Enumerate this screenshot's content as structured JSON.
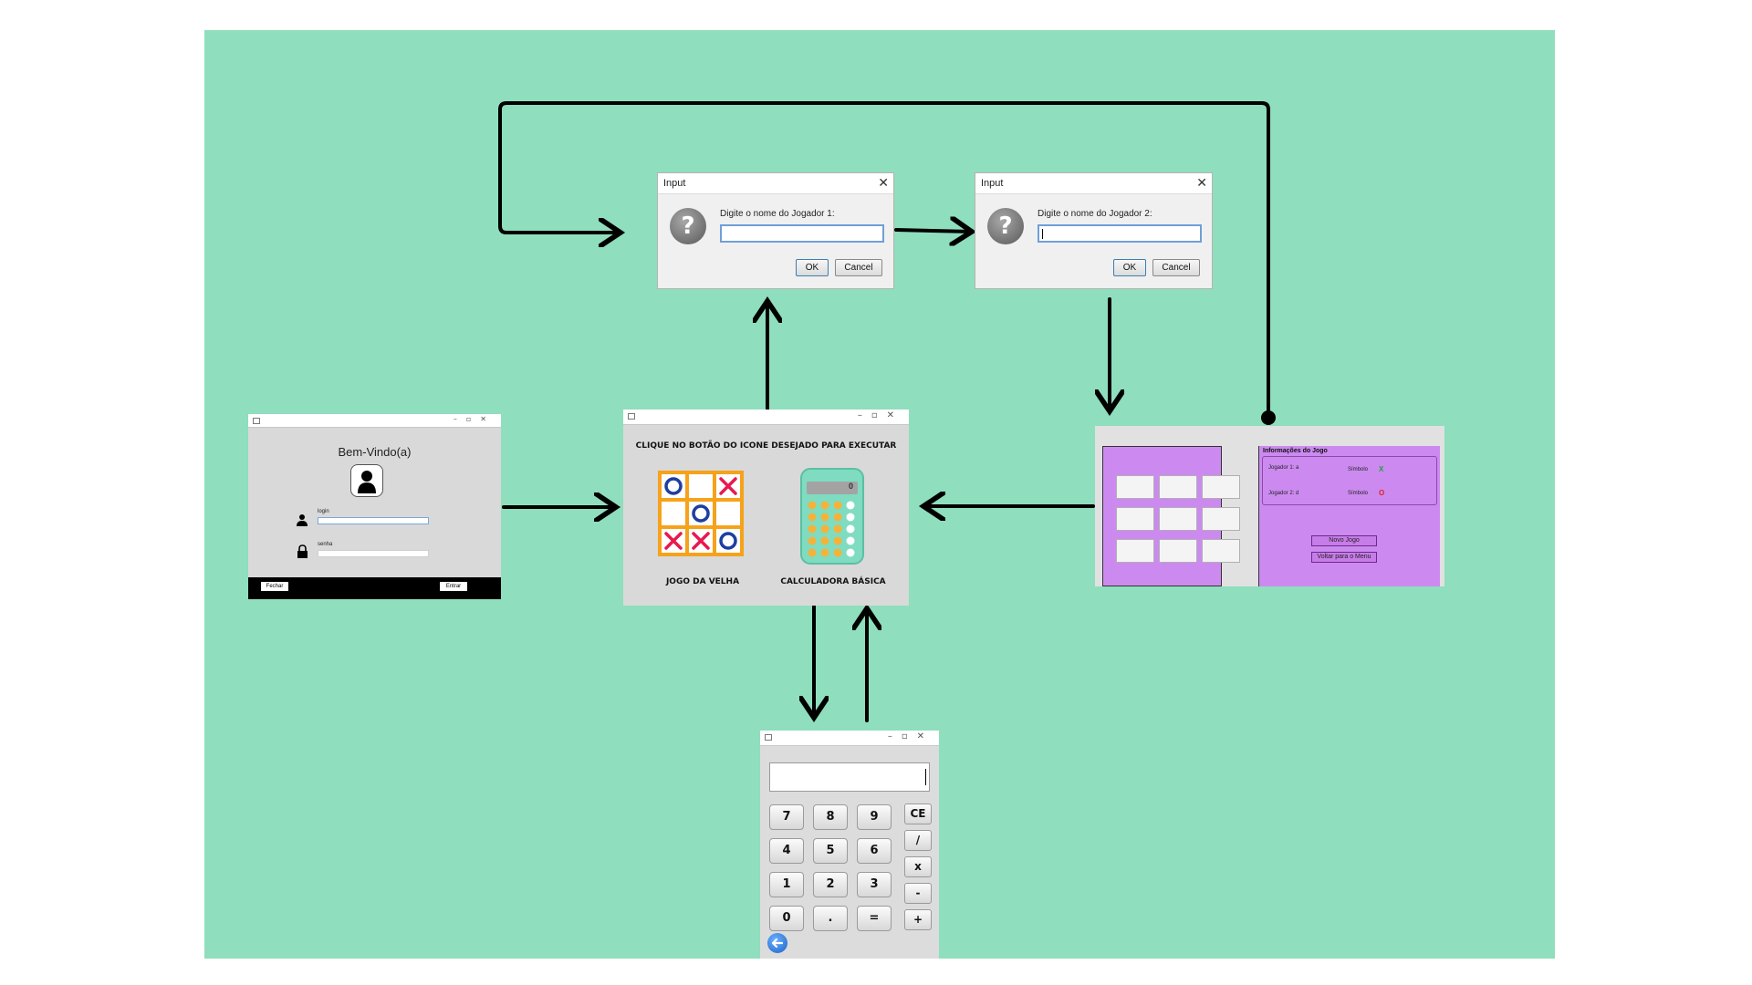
{
  "colors": {
    "background": "#8fdebd",
    "purple": "#cc8af0",
    "arrow": "#000000"
  },
  "dialog1": {
    "title": "Input",
    "prompt": "Digite o nome do Jogador 1:",
    "ok": "OK",
    "cancel": "Cancel",
    "icon": "question-icon"
  },
  "dialog2": {
    "title": "Input",
    "prompt": "Digite o nome do Jogador 2:",
    "ok": "OK",
    "cancel": "Cancel",
    "icon": "question-icon"
  },
  "login": {
    "welcome": "Bem-Vindo(a)",
    "login_label": "login",
    "senha_label": "senha",
    "close_btn": "Fechar",
    "enter_btn": "Entrar"
  },
  "menu": {
    "header": "CLIQUE NO BOTÃO DO ICONE DESEJADO PARA EXECUTAR",
    "tictactoe_label": "JOGO DA VELHA",
    "calculator_label": "CALCULADORA BÁSICA",
    "calc_display": "0",
    "board": [
      "O",
      "",
      "X",
      "",
      "O",
      "",
      "X",
      "X",
      "O"
    ]
  },
  "game": {
    "info_title": "Informações do Jogo",
    "player1": "Jogador 1: a",
    "player2": "Jogador 2: d",
    "symbol_label": "Símbolo",
    "symbol1": "X",
    "symbol2": "O",
    "new_game": "Novo Jogo",
    "back_menu": "Voltar para o Menu"
  },
  "calculator": {
    "rows": [
      [
        "7",
        "8",
        "9"
      ],
      [
        "4",
        "5",
        "6"
      ],
      [
        "1",
        "2",
        "3"
      ],
      [
        "0",
        ".",
        "="
      ]
    ],
    "ops": [
      "CE",
      "/",
      "x",
      "-",
      "+"
    ],
    "back_icon": "back-arrow-icon"
  }
}
